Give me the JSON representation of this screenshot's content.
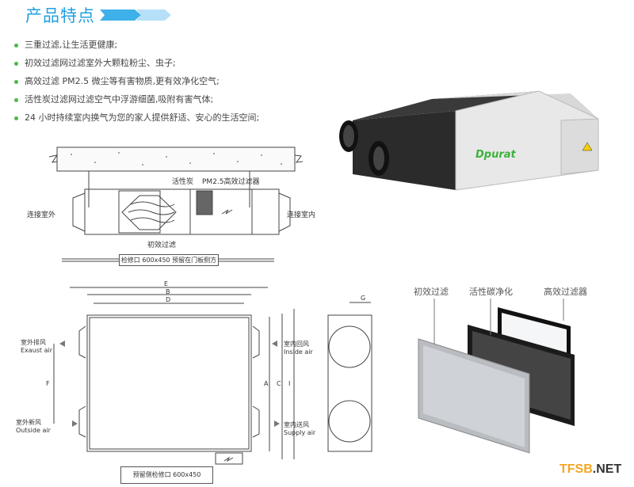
{
  "header": {
    "title": "产品特点"
  },
  "features": [
    "三重过滤,让生活更健康;",
    "初效过滤网过滤室外大颗粒粉尘、虫子;",
    "高效过滤 PM2.5 微尘等有害物质,更有效净化空气;",
    "活性炭过滤网过滤空气中浮游细菌,吸附有害气体;",
    "24 小时持续室内换气为您的家人提供舒适、安心的生活空间;"
  ],
  "side_diagram": {
    "left_label": "连接室外",
    "right_label": "连接室内",
    "carbon_label": "活性炭",
    "hepa_label": "PM2.5高效过滤器",
    "primary_label": "初效过滤",
    "access_label": "检修口 600x450 预留在门板侧方"
  },
  "top_diagram": {
    "dims": [
      "E",
      "B",
      "D",
      "A",
      "C",
      "I",
      "F",
      "G"
    ],
    "exhaust": {
      "cn": "室外排风",
      "en": "Exaust air"
    },
    "outside": {
      "cn": "室外新风",
      "en": "Outside air"
    },
    "inside": {
      "cn": "室内回风",
      "en": "Inside air"
    },
    "supply": {
      "cn": "室内送风",
      "en": "Supply air"
    },
    "access_label": "预留侧检修口 600x450"
  },
  "product": {
    "brand": "Dpurat"
  },
  "filters": {
    "labels": [
      "初效过滤",
      "活性碳净化",
      "高效过滤器"
    ]
  },
  "watermark": {
    "part1": "TFSB",
    "part2": ".NET",
    "color1": "#f5a623",
    "color2": "#333333"
  },
  "colors": {
    "accent": "#1f9fe0",
    "bullet": "#4db848"
  }
}
